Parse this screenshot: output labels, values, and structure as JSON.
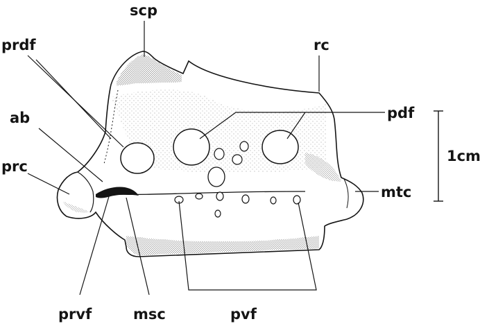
{
  "labels": {
    "scp": "scp",
    "prdf": "prdf",
    "rc": "rc",
    "ab": "ab",
    "pdf": "pdf",
    "prc": "prc",
    "mtc": "mtc",
    "prvf": "prvf",
    "msc": "msc",
    "pvf": "pvf"
  },
  "scale_bar": {
    "label": "1cm"
  },
  "colors": {
    "ink": "#141414",
    "paper": "#ffffff",
    "stipple": "#555555"
  }
}
